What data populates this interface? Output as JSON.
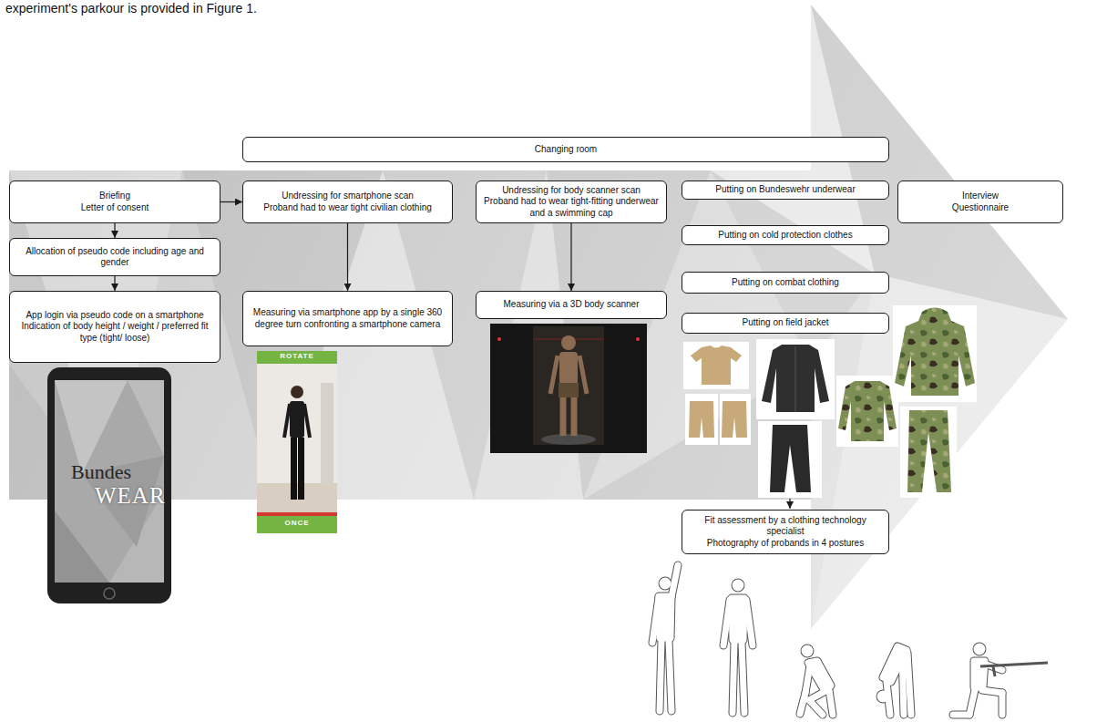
{
  "diagram": {
    "nodes": [
      {
        "text": [
          "Changing room"
        ]
      },
      {
        "text": [
          "Briefing",
          "Letter of consent"
        ]
      },
      {
        "text": [
          "Allocation of pseudo code including age and gender"
        ]
      },
      {
        "text": [
          "App login via pseudo code on a smartphone",
          "Indication of body height / weight / preferred fit type (tight/ loose)"
        ]
      },
      {
        "text": [
          "Undressing for smartphone scan",
          "Proband had to wear tight civilian clothing"
        ]
      },
      {
        "text": [
          "Measuring via smartphone app by a single 360 degree turn confronting a smartphone camera"
        ]
      },
      {
        "text": [
          "Undressing for body scanner scan",
          "Proband had to wear tight-fitting underwear and a swimming cap"
        ]
      },
      {
        "text": [
          "Measuring via a 3D body scanner"
        ]
      },
      {
        "text": [
          "Putting on Bundeswehr underwear"
        ]
      },
      {
        "text": [
          "Putting on cold protection clothes"
        ]
      },
      {
        "text": [
          "Putting on combat clothing"
        ]
      },
      {
        "text": [
          "Putting on field jacket"
        ]
      },
      {
        "text": [
          "Fit assessment by a clothing technology specialist",
          "Photography of probands in 4 postures"
        ]
      },
      {
        "text": [
          "Interview",
          "Questionnaire"
        ]
      }
    ],
    "edges": [
      {
        "from": 1,
        "to": 2,
        "arrow": "to"
      },
      {
        "from": 2,
        "to": 3,
        "arrow": "to"
      },
      {
        "from": 1,
        "to": 4,
        "arrow": "to"
      },
      {
        "from": 4,
        "to": 5,
        "arrow": "to"
      },
      {
        "from": 6,
        "to": 7,
        "arrow": "to"
      }
    ],
    "labels": [
      "experiment's parkour is provided in Figure 1.",
      "Bundes",
      "WEAR",
      "ROTATE",
      "ONCE"
    ]
  }
}
